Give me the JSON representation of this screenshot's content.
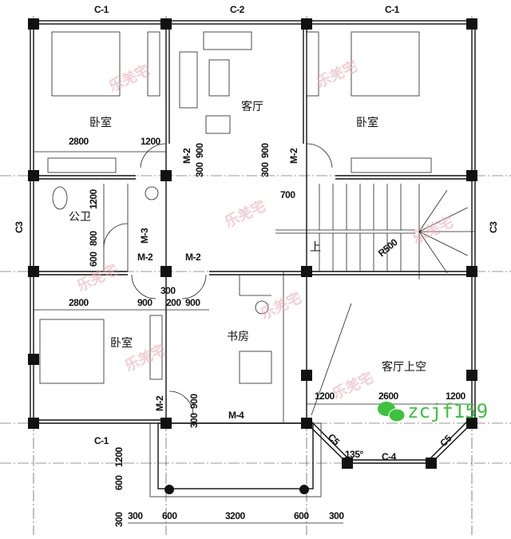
{
  "windows": {
    "top_left": "C-1",
    "top_mid": "C-2",
    "top_right": "C-1",
    "left": "C3",
    "right": "C3",
    "bottom_left": "C-1",
    "bay_left": "C5",
    "bay_mid": "C-4",
    "bay_right": "C5",
    "bay_angle": "135°"
  },
  "rooms": {
    "bedroom_tl": "卧室",
    "living": "客厅",
    "bedroom_tr": "卧室",
    "bathroom": "公卫",
    "bedroom_bl": "卧室",
    "study": "书房",
    "void": "客厅上空",
    "stairs_up": "上"
  },
  "doors": {
    "m2_a": "M-2",
    "m2_b": "M-2",
    "m3": "M-3",
    "m2_c": "M-2",
    "m2_d": "M-2",
    "m2_e": "M-2",
    "m4": "M-4"
  },
  "dims": {
    "d2800a": "2800",
    "d1200a": "1200",
    "d900a": "900",
    "d300a": "300",
    "d300b": "300",
    "d900b": "900",
    "d1200b": "1200",
    "d800": "800",
    "d600a": "600",
    "d700": "700",
    "r500": "R500",
    "d300c": "300",
    "d2800b": "2800",
    "d900c": "900",
    "d200": "200",
    "d900d": "900",
    "d900e": "900",
    "d300d": "300",
    "d1200c": "1200",
    "d2600": "2600",
    "d1200d": "1200",
    "d1200e": "1200",
    "d600b": "600",
    "d300e": "300",
    "b300a": "300",
    "b600a": "600",
    "b3200": "3200",
    "b600b": "600",
    "b300b": "300"
  },
  "watermark": {
    "text": "乐羌宅",
    "wechat_id": "zcjf159",
    "color": "#3dc23d"
  }
}
